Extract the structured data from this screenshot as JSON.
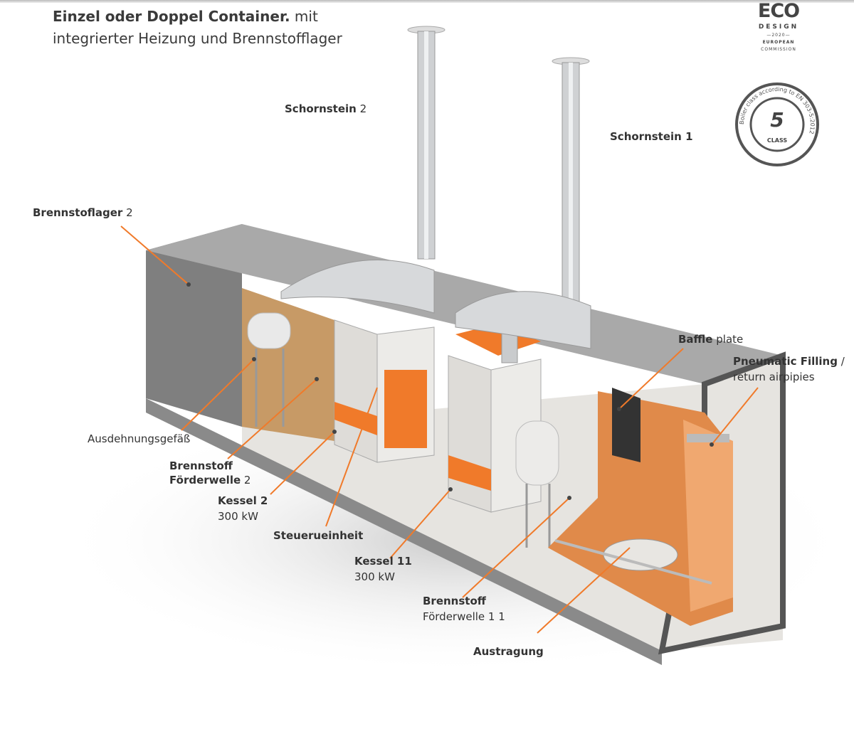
{
  "title": {
    "bold": "Einzel oder Doppel Container.",
    "rest_line1": " mit",
    "line2": "integrierter Heizung und Brennstofflager"
  },
  "logos": {
    "eco_design": {
      "eco": "ECO",
      "design": "DESIGN",
      "year": "2020",
      "european": "EUROPEAN",
      "commission": "COMMISSION"
    },
    "class_badge": {
      "number": "5",
      "class": "CLASS",
      "ring_text": "Boiler class according to EN 303-5:2012"
    }
  },
  "labels": {
    "schornstein2": {
      "bold": "Schornstein",
      "rest": " 2"
    },
    "schornstein1": {
      "bold": "Schornstein 1"
    },
    "brennstoflager2": {
      "bold": "Brennstoflager",
      "rest": " 2"
    },
    "baffle": {
      "bold": "Baffle",
      "rest": " plate"
    },
    "pneumatic": {
      "bold": "Pneumatic Filling",
      "rest": " /",
      "line2": "return airpipies"
    },
    "ausdehnung": {
      "text": "Ausdehnungsgefäß"
    },
    "foerder2": {
      "line1": "Brennstoff",
      "line2_bold": "Förderwelle",
      "line2_rest": " 2"
    },
    "kessel2": {
      "bold": "Kessel 2",
      "line2": "300 kW"
    },
    "steuer": {
      "bold": "Steuerueinheit"
    },
    "kessel11": {
      "bold": "Kessel 11",
      "line2": "300 kW"
    },
    "foerder11": {
      "line1": "Brennstoff",
      "line2": "Förderwelle 1 1"
    },
    "austragung": {
      "bold": "Austragung"
    }
  },
  "colors": {
    "accent": "#f07a2a",
    "container": "#7b7b7b",
    "floor": "#e4e2de"
  }
}
